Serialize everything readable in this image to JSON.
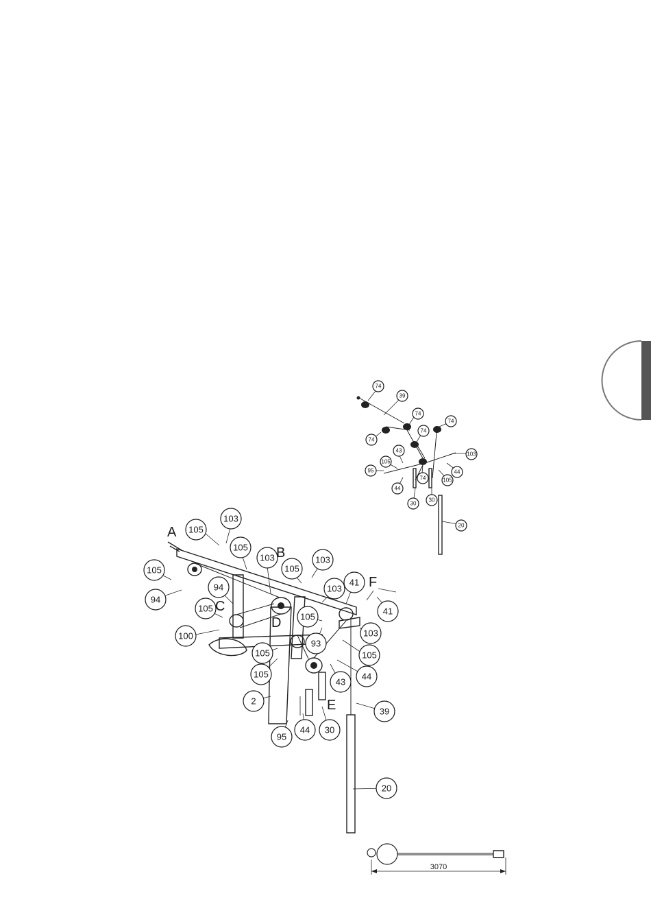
{
  "side_tab": {
    "color": "#555555"
  },
  "overview_labels": [
    "74",
    "39",
    "74",
    "74",
    "74",
    "74",
    "103",
    "105",
    "43",
    "95",
    "44",
    "74",
    "44",
    "105",
    "30",
    "30",
    "20"
  ],
  "main_labels": {
    "letters": [
      "A",
      "B",
      "C",
      "D",
      "E",
      "F"
    ],
    "numbers": [
      "105",
      "103",
      "105",
      "103",
      "105",
      "103",
      "105",
      "94",
      "41",
      "103",
      "41",
      "105",
      "100",
      "105",
      "93",
      "103",
      "105",
      "94",
      "105",
      "44",
      "43",
      "2",
      "44",
      "30",
      "39",
      "95",
      "20",
      "103"
    ]
  },
  "cable_dimension": "3070"
}
